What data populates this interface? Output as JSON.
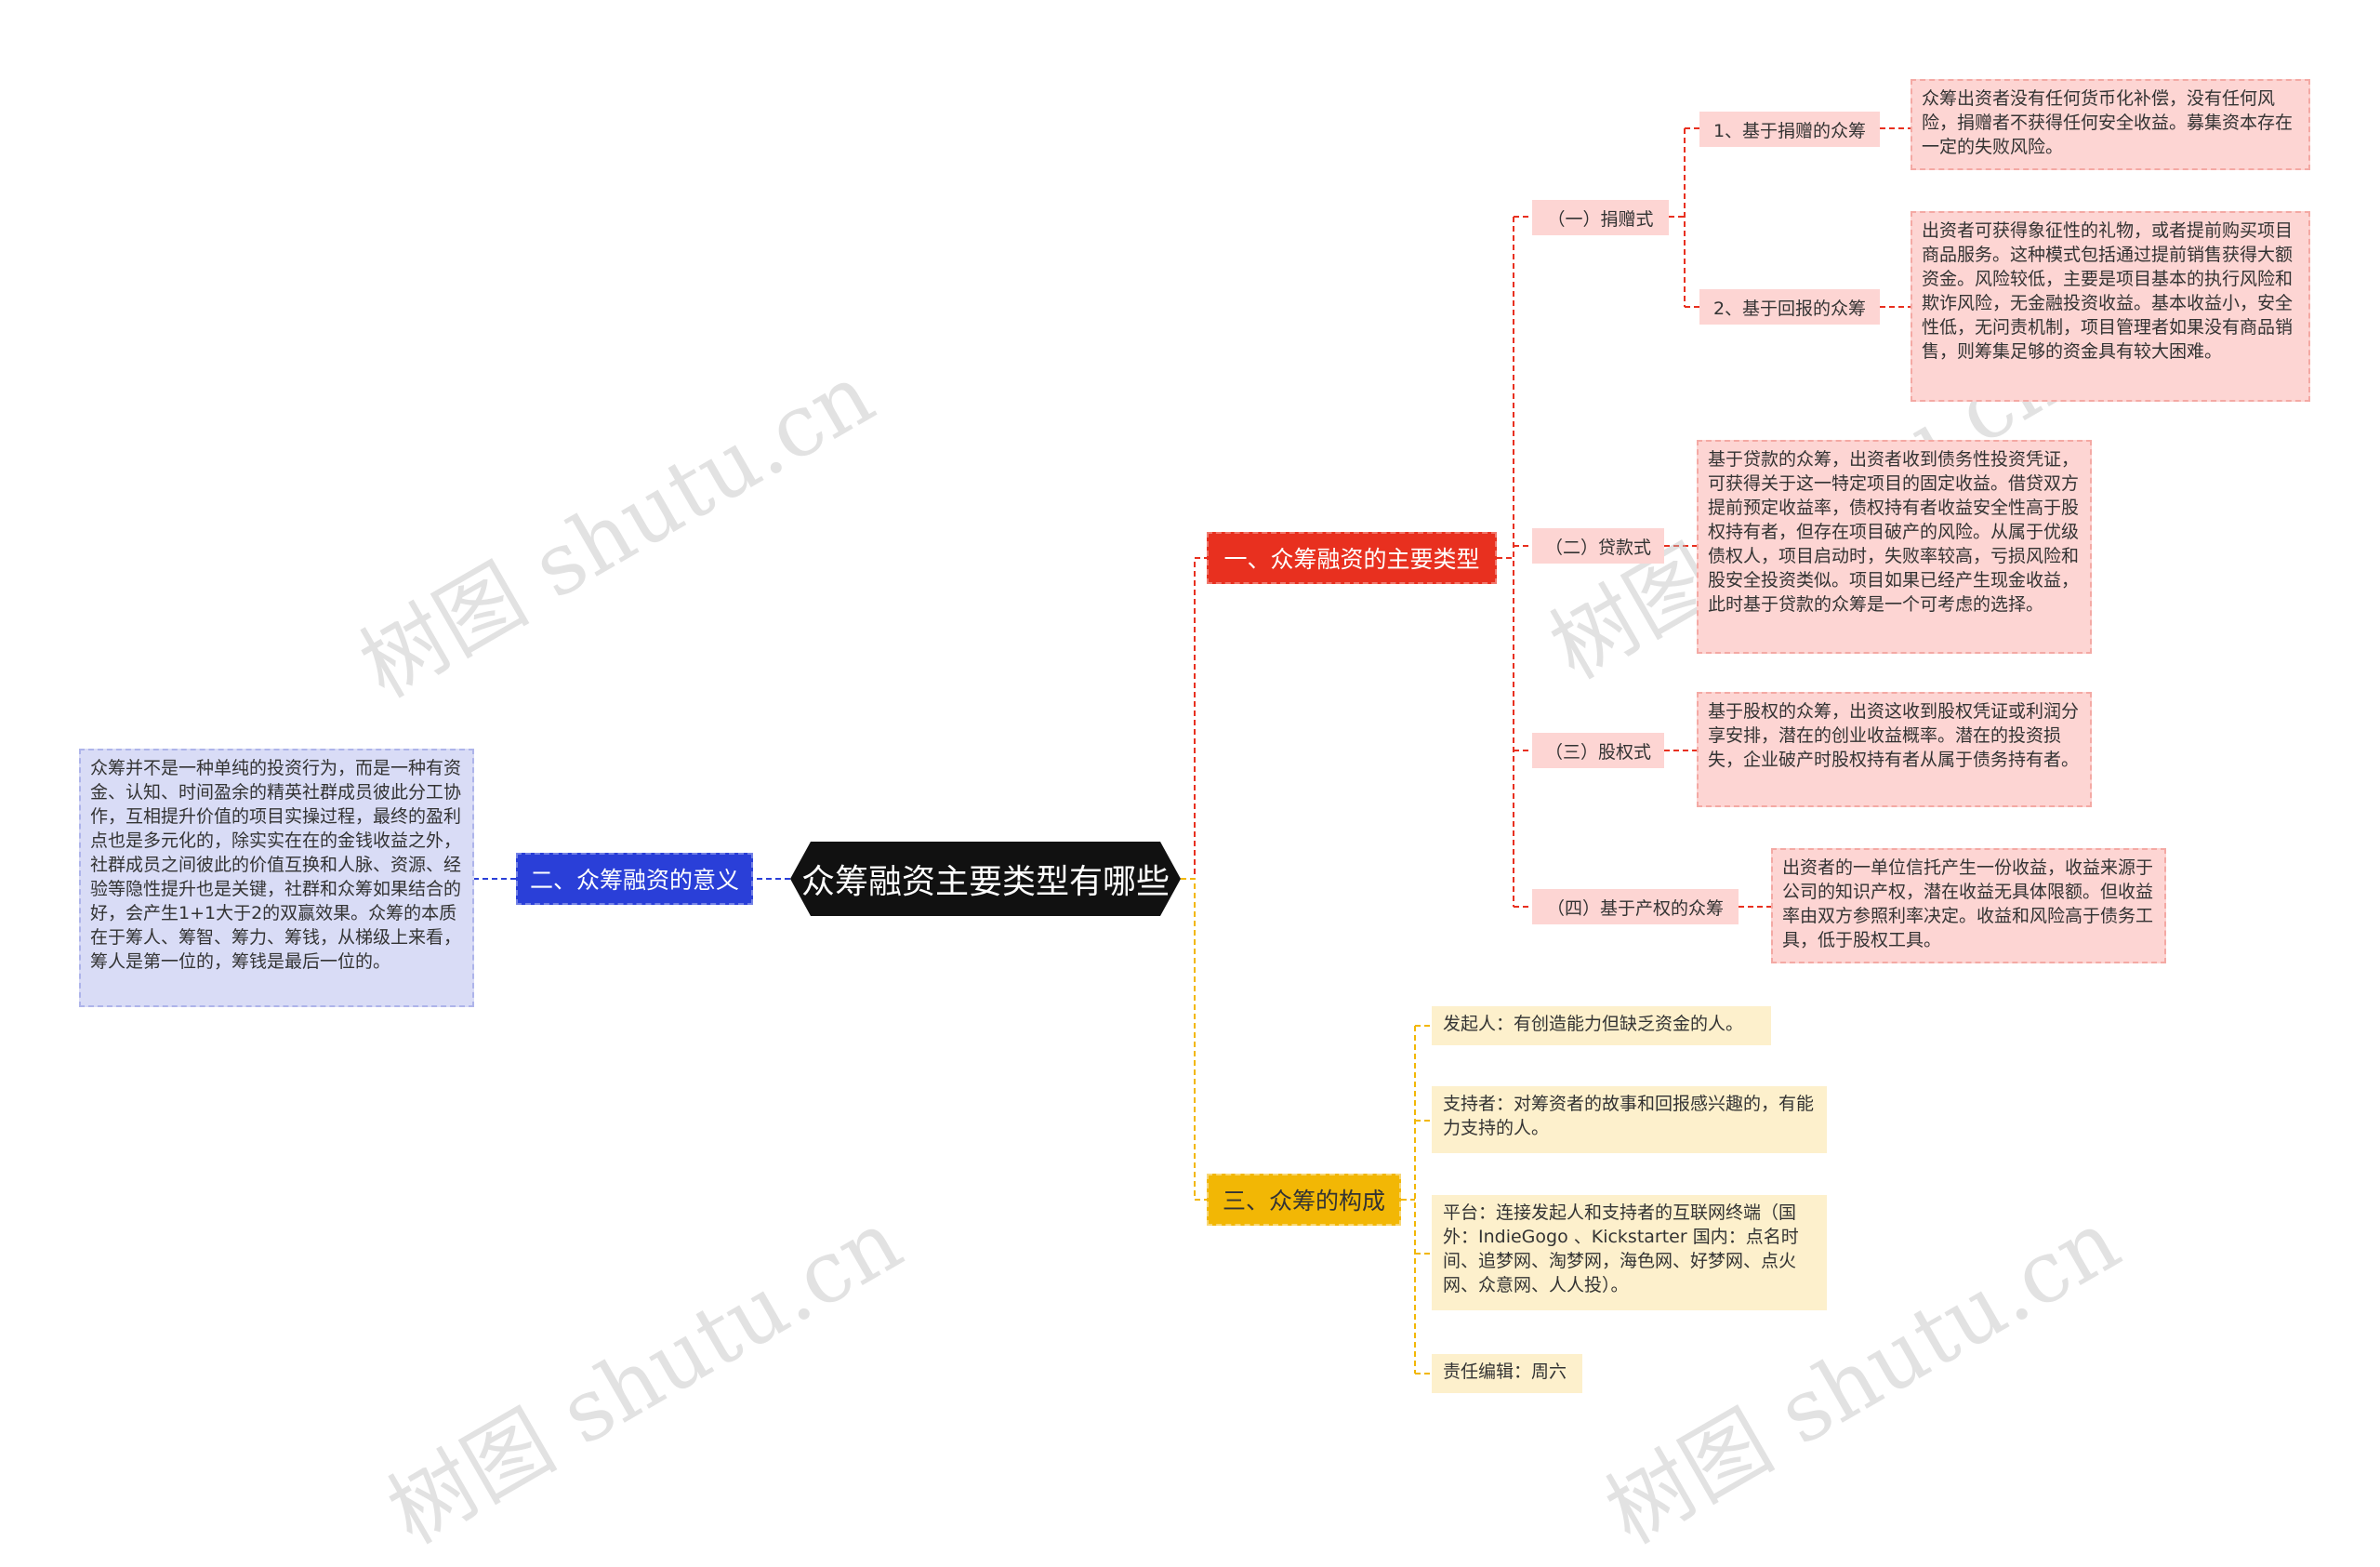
{
  "root": {
    "title": "众筹融资主要类型有哪些"
  },
  "branch1": {
    "label": "一、众筹融资的主要类型",
    "color": "#e8301f",
    "children": [
      {
        "label": "（一）捐赠式",
        "children": [
          {
            "label": "1、基于捐赠的众筹",
            "detail": "众筹出资者没有任何货币化补偿，没有任何风险，捐赠者不获得任何安全收益。募集资本存在一定的失败风险。"
          },
          {
            "label": "2、基于回报的众筹",
            "detail": "出资者可获得象征性的礼物，或者提前购买项目商品服务。这种模式包括通过提前销售获得大额资金。风险较低，主要是项目基本的执行风险和欺诈风险，无金融投资收益。基本收益小，安全性低，无问责机制，项目管理者如果没有商品销售，则筹集足够的资金具有较大困难。"
          }
        ]
      },
      {
        "label": "（二）贷款式",
        "detail": "基于贷款的众筹，出资者收到债务性投资凭证，可获得关于这一特定项目的固定收益。借贷双方提前预定收益率，债权持有者收益安全性高于股权持有者，但存在项目破产的风险。从属于优级债权人，项目启动时，失败率较高，亏损风险和股安全投资类似。项目如果已经产生现金收益，此时基于贷款的众筹是一个可考虑的选择。"
      },
      {
        "label": "（三）股权式",
        "detail": "基于股权的众筹，出资这收到股权凭证或利润分享安排，潜在的创业收益概率。潜在的投资损失，企业破产时股权持有者从属于债务持有者。"
      },
      {
        "label": "（四）基于产权的众筹",
        "detail": "出资者的一单位信托产生一份收益，收益来源于公司的知识产权，潜在收益无具体限额。但收益率由双方参照利率决定。收益和风险高于债务工具，低于股权工具。"
      }
    ]
  },
  "branch2": {
    "label": "二、众筹融资的意义",
    "color": "#2a3fd8",
    "detail": "众筹并不是一种单纯的投资行为，而是一种有资金、认知、时间盈余的精英社群成员彼此分工协作，互相提升价值的项目实操过程，最终的盈利点也是多元化的，除实实在在的金钱收益之外，社群成员之间彼此的价值互换和人脉、资源、经验等隐性提升也是关键，社群和众筹如果结合的好，会产生1+1大于2的双赢效果。众筹的本质在于筹人、筹智、筹力、筹钱，从梯级上来看，筹人是第一位的，筹钱是最后一位的。"
  },
  "branch3": {
    "label": "三、众筹的构成",
    "color": "#f2b705",
    "items": [
      "发起人：有创造能力但缺乏资金的人。",
      "支持者：对筹资者的故事和回报感兴趣的，有能力支持的人。",
      "平台：连接发起人和支持者的互联网终端（国外：IndieGogo 、Kickstarter 国内：点名时间、追梦网、淘梦网，海色网、好梦网、点火网、众意网、人人投）。",
      "责任编辑：周六"
    ]
  },
  "watermark": "树图 shutu.cn"
}
